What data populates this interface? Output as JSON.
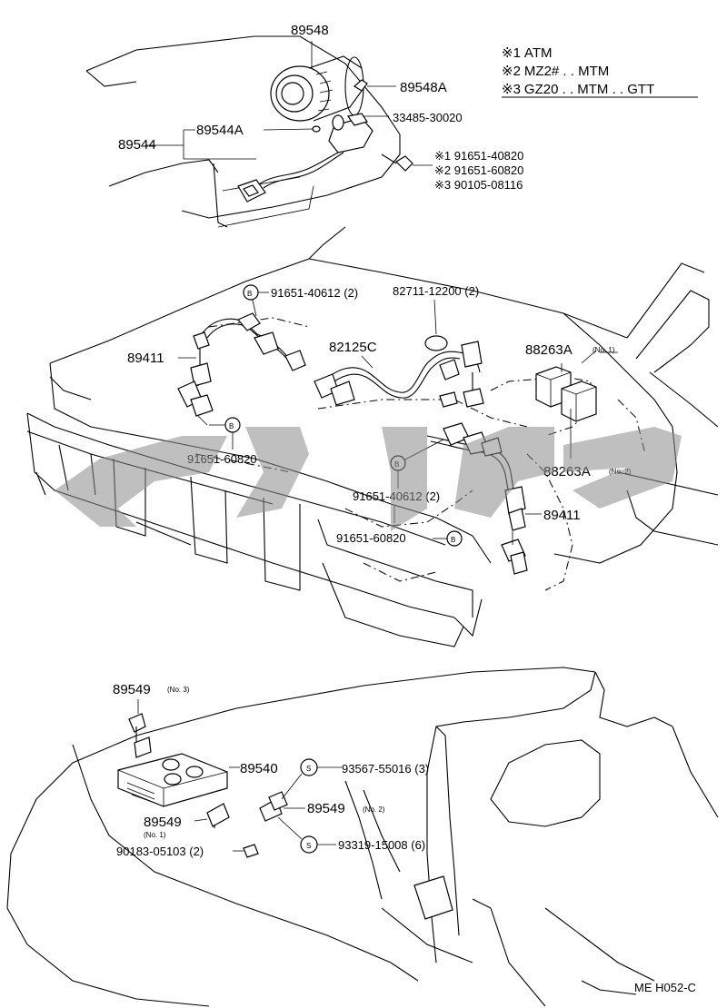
{
  "legend": [
    {
      "mark": "※1",
      "text": "ATM"
    },
    {
      "mark": "※2",
      "text": "MZ2# . . MTM"
    },
    {
      "mark": "※3",
      "text": "GZ20 . . MTM . . GTT"
    }
  ],
  "labels": {
    "p89548": "89548",
    "p89548A": "89548A",
    "p33485": "33485-30020",
    "p89544": "89544",
    "p89544A": "89544A",
    "bolt1": "※1 91651-40820",
    "bolt2": "※2 91651-60820",
    "bolt3": "※3 90105-08116",
    "p91651_40612_top": "91651-40612 (2)",
    "p82711": "82711-12200 (2)",
    "p89411_left": "89411",
    "p82125C": "82125C",
    "p88263A_no1": "88263A",
    "no1": "(No. 1)",
    "p91651_60820_left": "91651-60820",
    "p88263A_no2": "88263A",
    "no2": "(No. 2)",
    "p91651_40612_mid": "91651-40612 (2)",
    "p89411_right": "89411",
    "p91651_60820_bottom": "91651-60820",
    "p89549_no3": "89549",
    "no3": "(No. 3)",
    "p89540": "89540",
    "p93567": "93567-55016 (3)",
    "p89549_no2": "89549",
    "no2b": "(No. 2)",
    "p89549_no1": "89549",
    "no1b": "(No. 1)",
    "p90183": "90183-05103 (2)",
    "p93319": "93319-15008 (6)",
    "circle_b": "B",
    "circle_s": "S"
  },
  "footer_code": "ME H052-C",
  "watermark": "ኃሩይ"
}
